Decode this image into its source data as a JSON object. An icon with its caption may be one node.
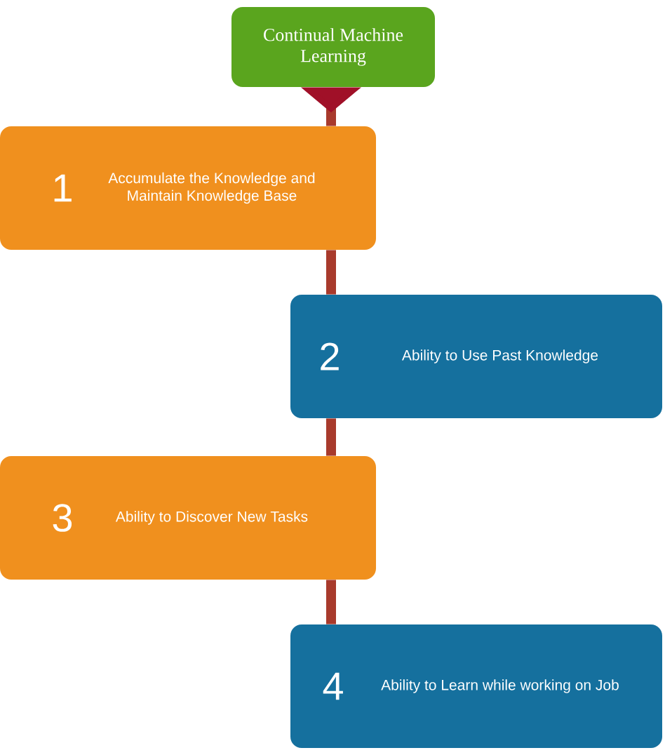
{
  "diagram": {
    "nodes": [
      {
        "text": [
          "Continual Machine Learning"
        ]
      },
      {
        "text": [
          "1",
          "Accumulate the Knowledge and Maintain Knowledge Base"
        ]
      },
      {
        "text": [
          "2",
          "Ability to Use Past Knowledge"
        ]
      },
      {
        "text": [
          "3",
          "Ability to Discover New Tasks"
        ]
      },
      {
        "text": [
          "4",
          "Ability to Learn while working on Job"
        ]
      }
    ],
    "edges": [
      {
        "from": 0,
        "to": 1,
        "arrow": "to"
      },
      {
        "from": 1,
        "to": 2,
        "arrow": "none"
      },
      {
        "from": 2,
        "to": 3,
        "arrow": "none"
      },
      {
        "from": 3,
        "to": 4,
        "arrow": "none"
      }
    ]
  }
}
